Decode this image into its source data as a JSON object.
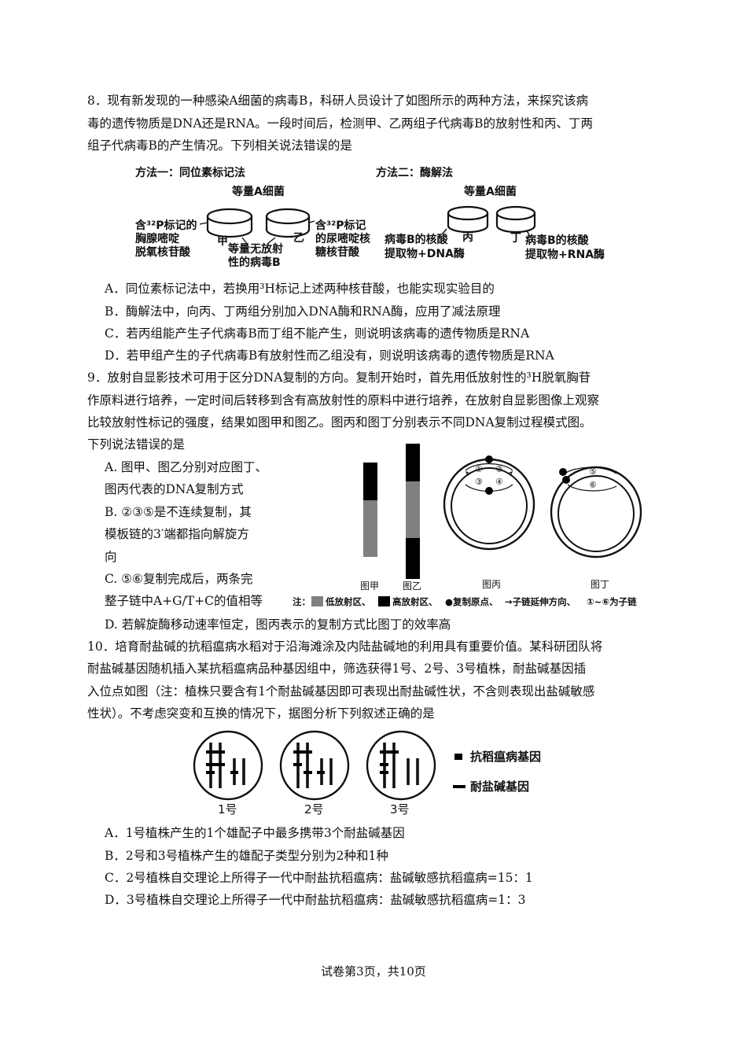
{
  "q8": {
    "stem": [
      "8．现有新发现的一种感染A细菌的病毒B，科研人员设计了如图所示的两种方法，来探究该病",
      "毒的遗传物质是DNA还是RNA。一段时间后，检测甲、乙两组子代病毒B的放射性和丙、丁两",
      "组子代病毒B的产生情况。下列相关说法错误的是"
    ],
    "figure": {
      "method1_title": "方法一：同位素标记法",
      "method2_title": "方法二：酶解法",
      "bacteria_left": "等量A细菌",
      "bacteria_right": "等量A细菌",
      "left_label": [
        "含³²P标记的",
        "胸腺嘧啶",
        "脱氧核苷酸"
      ],
      "jia": "甲",
      "yi": "乙",
      "virus_label": [
        "等量无放射",
        "性的病毒B"
      ],
      "right_label": [
        "含³²P标记",
        "的尿嘧啶核",
        "糖核苷酸"
      ],
      "bing": "丙",
      "ding": "丁",
      "bing_label": [
        "病毒B的核酸",
        "提取物+DNA酶"
      ],
      "ding_label": [
        "病毒B的核酸",
        "提取物+RNA酶"
      ]
    },
    "options": [
      "A．同位素标记法中，若换用³H标记上述两种核苷酸，也能实现实验目的",
      "B．酶解法中，向丙、丁两组分别加入DNA酶和RNA酶，应用了减法原理",
      "C．若丙组能产生子代病毒B而丁组不能产生，则说明该病毒的遗传物质是RNA",
      "D．若甲组产生的子代病毒B有放射性而乙组没有，则说明该病毒的遗传物质是RNA"
    ]
  },
  "q9": {
    "stem": [
      "9．放射自显影技术可用于区分DNA复制的方向。复制开始时，首先用低放射性的³H脱氧胸苷",
      "作原料进行培养，一定时间后转移到含有高放射性的原料中进行培养，在放射自显影图像上观察",
      "比较放射性标记的强度，结果如图甲和图乙。图丙和图丁分别表示不同DNA复制过程模式图。",
      "下列说法错误的是"
    ],
    "options_left": [
      "A. 图甲、图乙分别对应图丁、",
      "图丙代表的DNA复制方式",
      "B. ②③⑤是不连续复制，其",
      "模板链的3′端都指向解旋方",
      "向",
      "C. ⑤⑥复制完成后，两条完",
      "整子链中A+G/T+C的值相等"
    ],
    "option_d": "D. 若解旋酶移动速率恒定，图丙表示的复制方式比图丁的效率高",
    "figure": {
      "label_jia": "图甲",
      "label_yi": "图乙",
      "label_bing": "图丙",
      "label_ding": "图丁",
      "strands_bing": [
        "①",
        "②",
        "③",
        "④"
      ],
      "strands_ding": [
        "⑤",
        "⑥"
      ],
      "note_prefix": "注：",
      "note_low": "低放射区、",
      "note_high": "高放射区、",
      "note_origin": "●复制原点、",
      "note_arrow": "→子链延伸方向、",
      "note_numbers": "①~⑥为子链",
      "colors": {
        "low": "#808080",
        "high": "#000000"
      }
    }
  },
  "q10": {
    "stem": [
      "10．培育耐盐碱的抗稻瘟病水稻对于沿海滩涂及内陆盐碱地的利用具有重要价值。某科研团队将",
      "耐盐碱基因随机插入某抗稻瘟病品种基因组中，筛选获得1号、2号、3号植株，耐盐碱基因插",
      "入位点如图（注：植株只要含有1个耐盐碱基因即可表现出耐盐碱性状，不含则表现出盐碱敏感",
      "性状）。不考虑突变和互换的情况下，据图分析下列叙述正确的是"
    ],
    "figure": {
      "cell_labels": [
        "1号",
        "2号",
        "3号"
      ],
      "legend_resist": "抗稻瘟病基因",
      "legend_salt": "耐盐碱基因"
    },
    "options": [
      "A．1号植株产生的1个雄配子中最多携带3个耐盐碱基因",
      "B．2号和3号植株产生的雄配子类型分别为2种和1种",
      "C．2号植株自交理论上所得子一代中耐盐抗稻瘟病：盐碱敏感抗稻瘟病=15：1",
      "D．3号植株自交理论上所得子一代中耐盐抗稻瘟病：盐碱敏感抗稻瘟病=1：3"
    ]
  },
  "footer": "试卷第3页，共10页"
}
